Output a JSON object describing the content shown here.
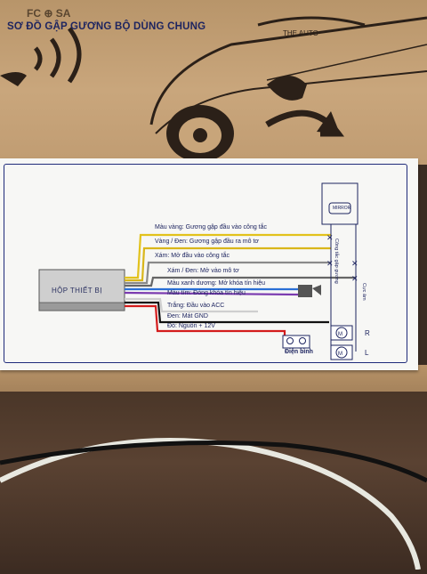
{
  "box_print": {
    "marks": "FC    ⊕    SA",
    "brand": "THE AUTO"
  },
  "label": {
    "title": "SƠ ĐỒ GẬP GƯƠNG BỘ DÙNG CHUNG",
    "device": "HỘP THIẾT BỊ",
    "battery": "Điện bình",
    "right_letter": "R",
    "left_letter": "L",
    "vertical_left": "Công tắc gập gương",
    "vertical_right": "Cực âm",
    "switch_text": "MIRROR",
    "wires": [
      {
        "text": "Màu vàng: Gương gập đầu vào công tắc",
        "color": "#e2c21c"
      },
      {
        "text": "Vàng / Đen: Gương gập đầu ra mô tơ",
        "color": "#d9b61a"
      },
      {
        "text": "Xám: Mở đầu vào công tắc",
        "color": "#8a8a8a"
      },
      {
        "text": "Xám / Đen: Mở vào mô tơ",
        "color": "#666666"
      },
      {
        "text": "Màu xanh dương: Mở khóa tín hiệu",
        "color": "#2a6fd6"
      },
      {
        "text": "Màu tím: Đóng khóa tín hiệu",
        "color": "#7b3bb0"
      },
      {
        "text": "Trắng: Đầu vào ACC",
        "color": "#cfcfcf"
      },
      {
        "text": "Đen: Mát GND",
        "color": "#111111"
      },
      {
        "text": "Đỏ: Nguồn + 12V",
        "color": "#d41c1c"
      }
    ]
  }
}
